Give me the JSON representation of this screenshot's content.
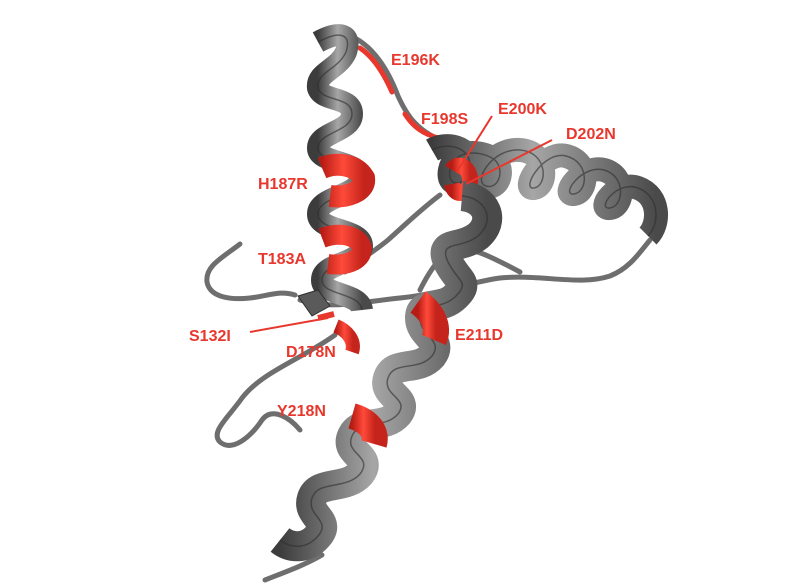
{
  "colors": {
    "ribbon": "#6b6b6b",
    "ribbon_dark": "#3c3c3c",
    "ribbon_light": "#a6a6a6",
    "mutation": "#e8372d",
    "label": "#e8372d"
  },
  "mutations": [
    {
      "id": "E196K",
      "label": "E196K"
    },
    {
      "id": "F198S",
      "label": "F198S"
    },
    {
      "id": "E200K",
      "label": "E200K"
    },
    {
      "id": "D202N",
      "label": "D202N"
    },
    {
      "id": "H187R",
      "label": "H187R"
    },
    {
      "id": "T183A",
      "label": "T183A"
    },
    {
      "id": "S132I",
      "label": "S132I"
    },
    {
      "id": "D178N",
      "label": "D178N"
    },
    {
      "id": "E211D",
      "label": "E211D"
    },
    {
      "id": "Y218N",
      "label": "Y218N"
    }
  ]
}
